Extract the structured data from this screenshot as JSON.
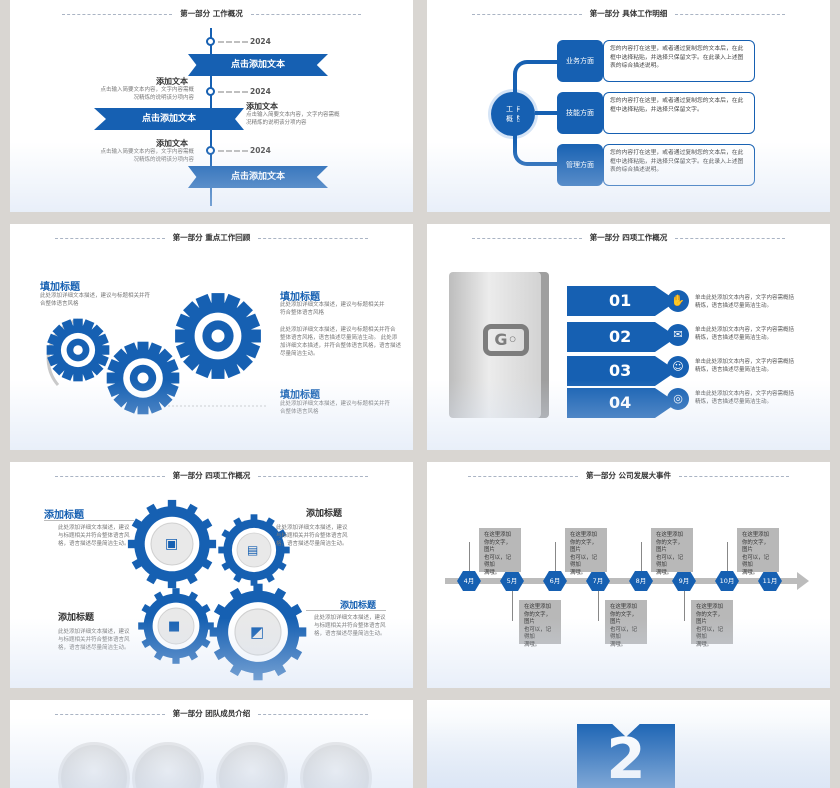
{
  "slides": [
    {
      "title": "第一部分  工作概况",
      "ribbons": [
        "点击添加文本",
        "点击添加文本",
        "点击添加文本"
      ],
      "years": [
        "2024",
        "2024",
        "2024"
      ],
      "blocks": [
        {
          "head": "添加文本",
          "body": [
            "点击输入简要文本内容，文字内容需概",
            "况精炼的说明该分项内容"
          ]
        },
        {
          "head": "添加文本",
          "body": [
            "点击输入简要文本内容，文字内容需概",
            "况精炼的说明该分项内容"
          ]
        },
        {
          "head": "添加文本",
          "body": [
            "点击输入简要文本内容，文字内容需概",
            "况精炼的说明该分项内容"
          ]
        }
      ]
    },
    {
      "title": "第一部分  具体工作明细",
      "center": "工作概述",
      "items": [
        {
          "label": "业务方面",
          "text": "您的内容打在这里，或者通过复制您的文本后，在此框中选择粘贴，并选择只保留文字。在此录入上述图表的综合描述说明。"
        },
        {
          "label": "技能方面",
          "text": "您的内容打在这里，或者通过复制您的文本后，在此框中选择粘贴，并选择只保留文字。"
        },
        {
          "label": "管理方面",
          "text": "您的内容打在这里，或者通过复制您的文本后，在此框中选择粘贴，并选择只保留文字。在此录入上述图表的综合描述说明。"
        }
      ]
    },
    {
      "title": "第一部分  重点工作回顾",
      "heads": [
        "填加标题",
        "填加标题",
        "填加标题"
      ],
      "small": [
        "此处添加详细文本描述，建议与标题相关并符",
        "合整体语言风格"
      ],
      "small2": [
        "此处添加详细文本描述，建议与标题相关并",
        "符合整体语言风格"
      ],
      "mid": [
        "此处添加详细文本描述，建议与标题相关并符合",
        "整体语言风格，语言描述尽量简洁生动。 此处添",
        "加详细文本描述，并符合整体语言风格，语言描述",
        "尽量简洁生动。"
      ],
      "small3": [
        "此处添加详细文本描述，建议与标题相关并符",
        "合整体语言风格"
      ]
    },
    {
      "title": "第一部分  四项工作概况",
      "nums": [
        "01",
        "02",
        "03",
        "04"
      ],
      "texts": [
        [
          "单击此处添加文本内容，文字内容需概括",
          "精炼，语言描述尽量简洁生动。"
        ],
        [
          "单击此处添加文本内容，文字内容需概括",
          "精炼，语言描述尽量简洁生动。"
        ],
        [
          "单击此处添加文本内容，文字内容需概括",
          "精炼，语言描述尽量简洁生动。"
        ],
        [
          "单击此处添加文本内容，文字内容需概括",
          "精炼，语言描述尽量简洁生动。"
        ]
      ],
      "icons": [
        "handshake-icon",
        "gift-icon",
        "people-icon",
        "globe-icon"
      ]
    },
    {
      "title": "第一部分  四项工作概况",
      "heads": [
        "添加标题",
        "添加标题",
        "添加标题",
        "添加标题"
      ],
      "text": [
        "此处添加详细文本描述，建议",
        "与标题相关并符合整体语言风",
        "格，语言描述尽量简洁生动。"
      ],
      "icons": [
        "calendar-icon",
        "bus-icon",
        "video-icon",
        "box-icon"
      ]
    },
    {
      "title": "第一部分  公司发展大事件",
      "months": [
        "4月",
        "5月",
        "6月",
        "7月",
        "8月",
        "9月",
        "10月",
        "11月"
      ],
      "box_text": [
        "在这里添加",
        "你的文字，图片",
        "也可以，记得加",
        "满哦。"
      ]
    },
    {
      "title": "第一部分  团队成员介绍"
    },
    {
      "big": "2"
    }
  ],
  "colors": {
    "primary": "#1660b2",
    "accent": "#2d7fd6",
    "gray": "#b8b8b8"
  }
}
